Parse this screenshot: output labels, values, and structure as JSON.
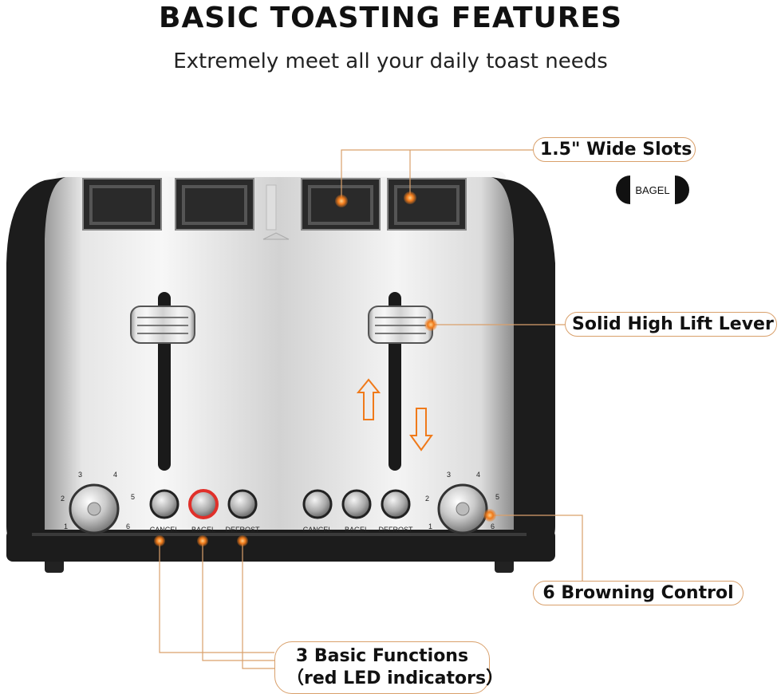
{
  "header": {
    "title": "BASIC TOASTING FEATURES",
    "subtitle": "Extremely meet all your daily toast needs"
  },
  "callouts": {
    "slots": "1.5\" Wide Slots",
    "bagel_badge": "BAGEL",
    "lever": "Solid High Lift Lever",
    "browning": "6 Browning Control",
    "functions_line1": "3 Basic Functions",
    "functions_line2": "（red LED indicators）"
  },
  "toaster": {
    "left_buttons": [
      "CANCEL",
      "BAGEL",
      "DEFROST"
    ],
    "right_buttons": [
      "CANCEL",
      "BAGEL",
      "DEFROST"
    ],
    "dial_numbers": [
      "1",
      "2",
      "3",
      "4",
      "5",
      "6"
    ]
  },
  "colors": {
    "accent": "#f07a1a",
    "callout_border": "#d9a06b",
    "led_red": "#e0302a",
    "body_black": "#1c1c1c"
  }
}
